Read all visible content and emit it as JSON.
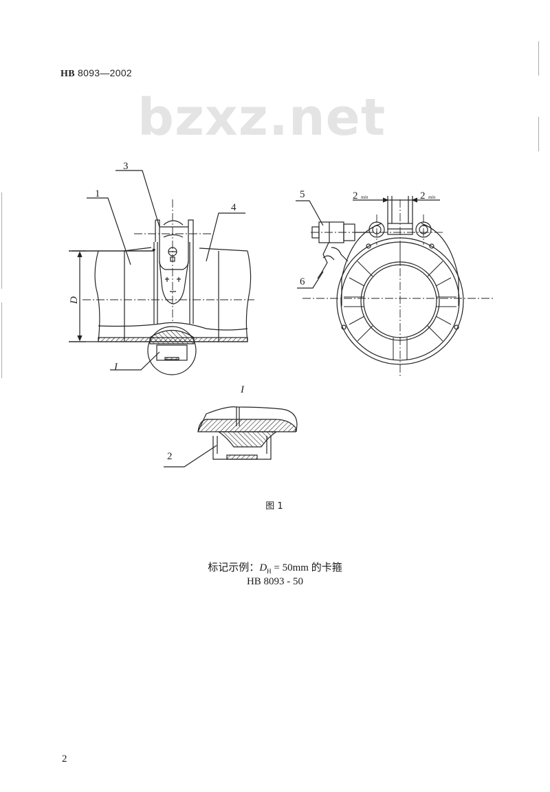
{
  "header": {
    "standard_prefix": "HB",
    "standard_number": "8093—2002"
  },
  "watermark": "bzxz.net",
  "figure": {
    "title": "图 1",
    "detail_label": "I",
    "dimension_label": "D",
    "dimension_subscript": "H",
    "part_labels": [
      "1",
      "2",
      "3",
      "4",
      "5",
      "6"
    ],
    "dim_min_left": "2",
    "dim_min_right": "2",
    "dim_min_suffix": "min"
  },
  "marking_example": {
    "prefix": "标记示例：",
    "symbol": "D",
    "subscript": "H",
    "equation": " = 50mm 的卡箍",
    "code": "HB 8093 - 50"
  },
  "footer": {
    "page_number": "2"
  }
}
